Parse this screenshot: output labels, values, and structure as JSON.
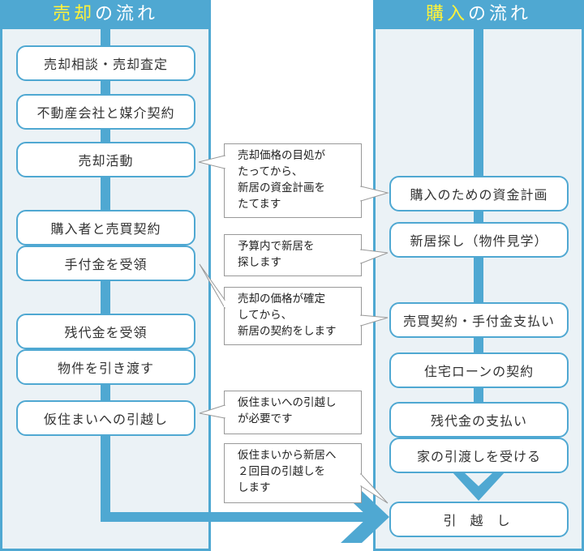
{
  "sell": {
    "title_highlight": "売却",
    "title_rest": "の流れ",
    "steps": [
      "売却相談・売却査定",
      "不動産会社と媒介契約",
      "売却活動",
      "購入者と売買契約",
      "手付金を受領",
      "残代金を受領",
      "物件を引き渡す",
      "仮住まいへの引越し"
    ]
  },
  "buy": {
    "title_highlight": "購入",
    "title_rest": "の流れ",
    "steps": [
      "購入のための資金計画",
      "新居探し（物件見学）",
      "売買契約・手付金支払い",
      "住宅ローンの契約",
      "残代金の支払い",
      "家の引渡しを受ける"
    ],
    "final": "引 越 し"
  },
  "notes": [
    "売却価格の目処が\nたってから、\n新居の資金計画を\nたてます",
    "予算内で新居を\n探します",
    "売却の価格が確定\nしてから、\n新居の契約をします",
    "仮住まいへの引越し\nが必要です",
    "仮住まいから新居へ\n２回目の引越しを\nします"
  ],
  "colors": {
    "accent": "#4fa8d2",
    "panel_bg": "#ebf2f6",
    "title_highlight": "#fff23a"
  }
}
